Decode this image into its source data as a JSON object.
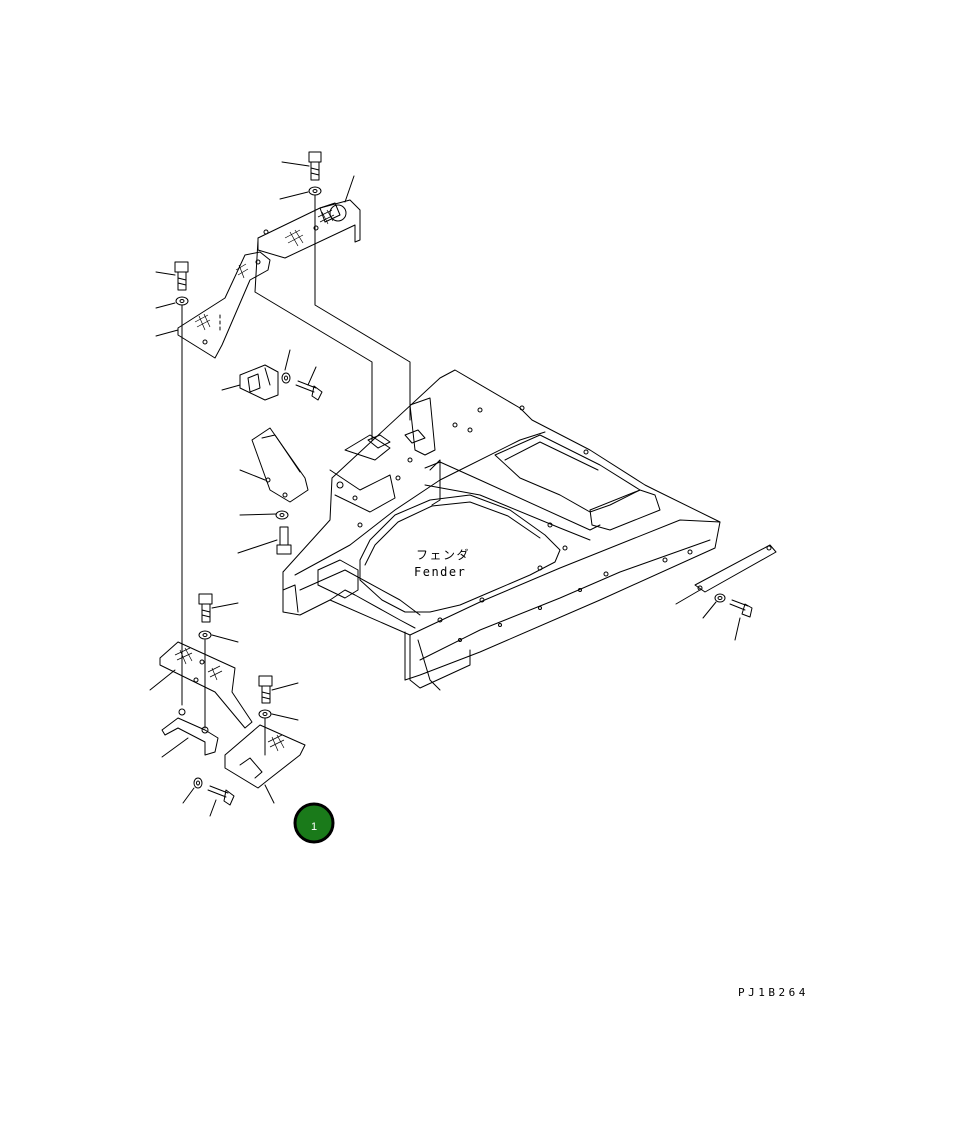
{
  "diagram": {
    "label_jp": "フェンダ",
    "label_en": "Fender",
    "drawing_code": "PJ1B264"
  },
  "callout": {
    "number": "1",
    "color": "#1a7a1a",
    "border_color": "#000000"
  }
}
